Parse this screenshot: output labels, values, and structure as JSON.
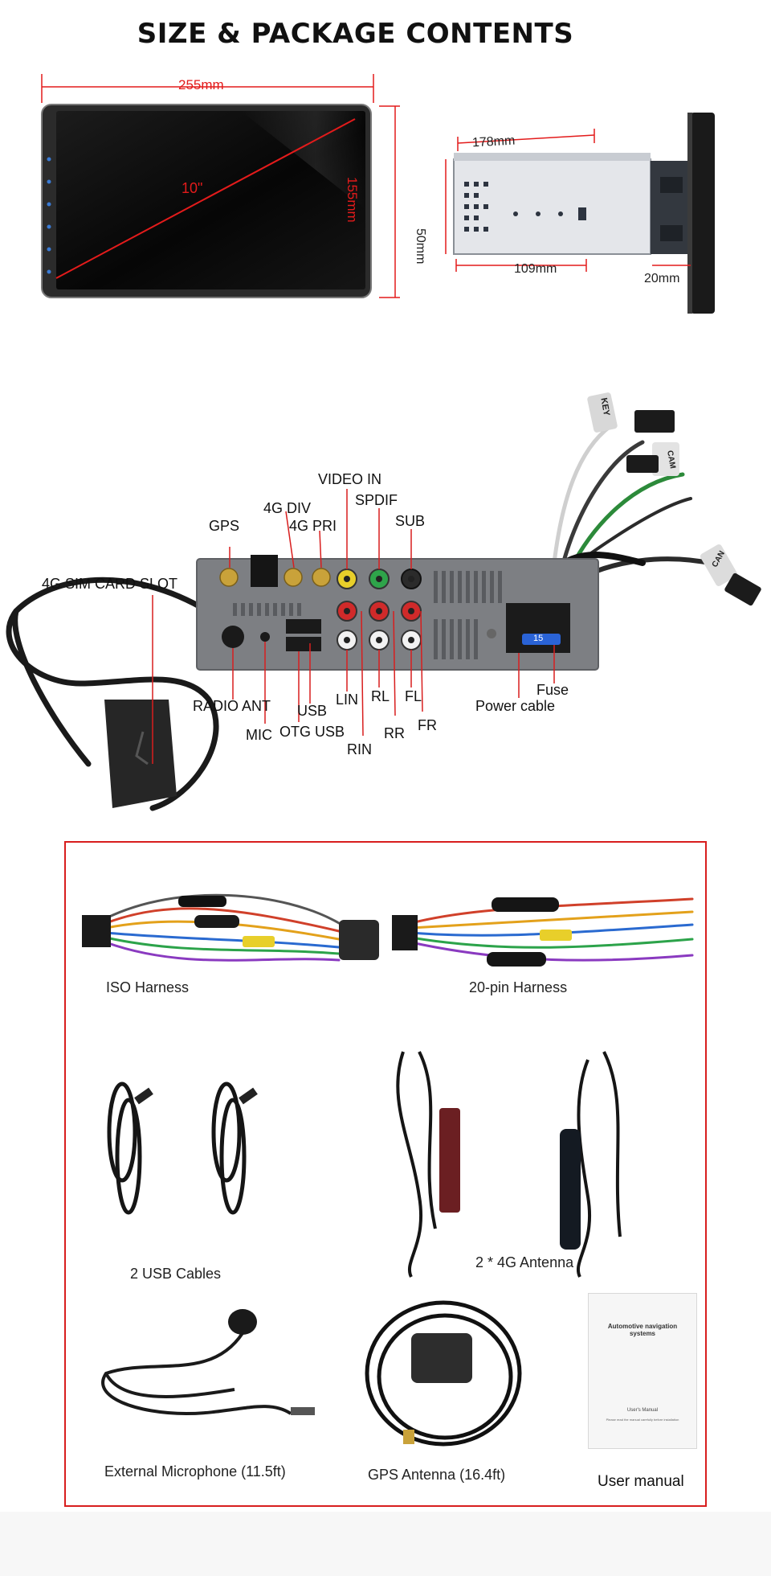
{
  "header": {
    "title": "SIZE & PACKAGE CONTENTS"
  },
  "dimensions": {
    "width": "255mm",
    "diagonal": "10\"",
    "height": "155mm",
    "depth_top": "178mm",
    "depth_side": "50mm",
    "depth_bottom": "109mm",
    "front_thickness": "20mm"
  },
  "connectors": {
    "video_in": "VIDEO IN",
    "spdif": "SPDIF",
    "sub": "SUB",
    "gps": "GPS",
    "div_4g": "4G DIV",
    "pri_4g": "4G PRI",
    "sim_slot": "4G SIM CARD SLOT",
    "radio_ant": "RADIO ANT",
    "mic": "MIC",
    "usb": "USB",
    "otg_usb": "OTG USB",
    "lin": "LIN",
    "rin": "RIN",
    "rl": "RL",
    "rr": "RR",
    "fl": "FL",
    "fr": "FR",
    "fuse": "Fuse",
    "power_cable": "Power cable",
    "fuse_value": "15"
  },
  "cable_tags": {
    "key": "KEY",
    "cam": "CAM",
    "can": "CAN"
  },
  "package": {
    "iso_harness": "ISO Harness",
    "pin_harness": "20-pin Harness",
    "usb_cables": "2 USB Cables",
    "antenna_4g": "2 * 4G Antenna",
    "microphone": "External Microphone (11.5ft)",
    "gps_antenna": "GPS Antenna (16.4ft)",
    "user_manual": "User manual",
    "manual_cover_title": "Automotive navigation systems",
    "manual_cover_sub": "User's Manual",
    "manual_cover_note": "Please read the manual carefully before installation"
  },
  "colors": {
    "accent": "#e31b1b",
    "frame": "#d81e1e"
  }
}
